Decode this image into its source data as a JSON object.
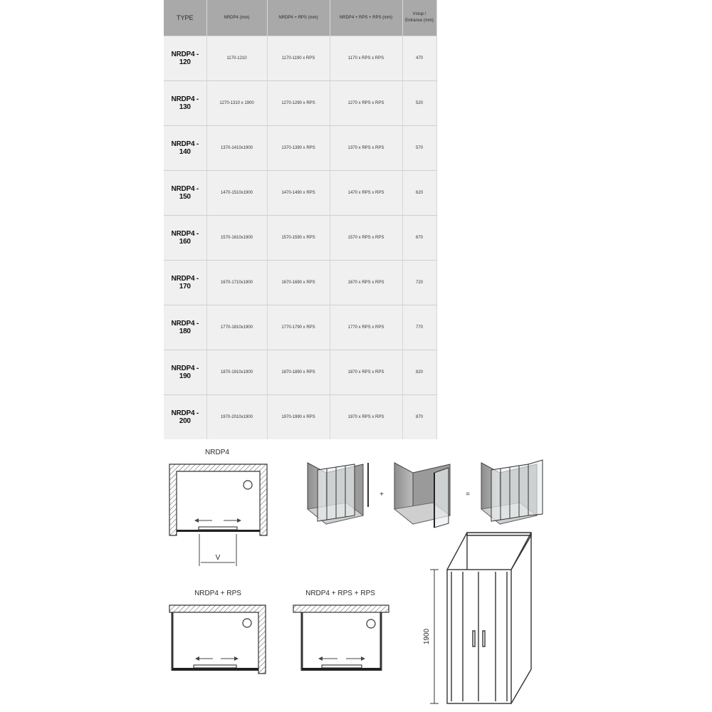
{
  "table": {
    "headers": [
      "TYPE",
      "NRDP4 (mm)",
      "NRDP4 + RPS (mm)",
      "NRDP4 + RPS + RPS (mm)",
      "Vstup / Entrance (mm)"
    ],
    "rows": [
      [
        "NRDP4 - 120",
        "1170-1210",
        "1170-1190 x RPS",
        "1170 x RPS x RPS",
        "470"
      ],
      [
        "NRDP4 - 130",
        "1270-1310 x 1900",
        "1270-1290 x RPS",
        "1270 x RPS x RPS",
        "520"
      ],
      [
        "NRDP4 - 140",
        "1370-1410x1900",
        "1370-1390 x RPS",
        "1370 x RPS x RPS",
        "570"
      ],
      [
        "NRDP4 - 150",
        "1470-1510x1900",
        "1470-1490 x RPS",
        "1470 x RPS x RPS",
        "620"
      ],
      [
        "NRDP4 - 160",
        "1570-1610x1900",
        "1570-1590 x RPS",
        "1570 x RPS x RPS",
        "670"
      ],
      [
        "NRDP4 - 170",
        "1670-1710x1900",
        "1670-1690 x RPS",
        "1670 x RPS x RPS",
        "720"
      ],
      [
        "NRDP4 - 180",
        "1770-1810x1900",
        "1770-1790 x RPS",
        "1770 x RPS x RPS",
        "770"
      ],
      [
        "NRDP4 - 190",
        "1870-1910x1900",
        "1870-1890 x RPS",
        "1870 x RPS x RPS",
        "820"
      ],
      [
        "NRDP4 - 200",
        "1970-2010x1900",
        "1970-1990 x RPS",
        "1970 x RPS x RPS",
        "870"
      ]
    ]
  },
  "diagrams": {
    "nrdp4_title": "NRDP4",
    "entrance_label": "V",
    "plus_sign": "+",
    "equals_sign": "=",
    "nrdp4_rps_title": "NRDP4 + RPS",
    "nrdp4_rps_rps_title": "NRDP4 + RPS + RPS",
    "height_label": "1900"
  }
}
